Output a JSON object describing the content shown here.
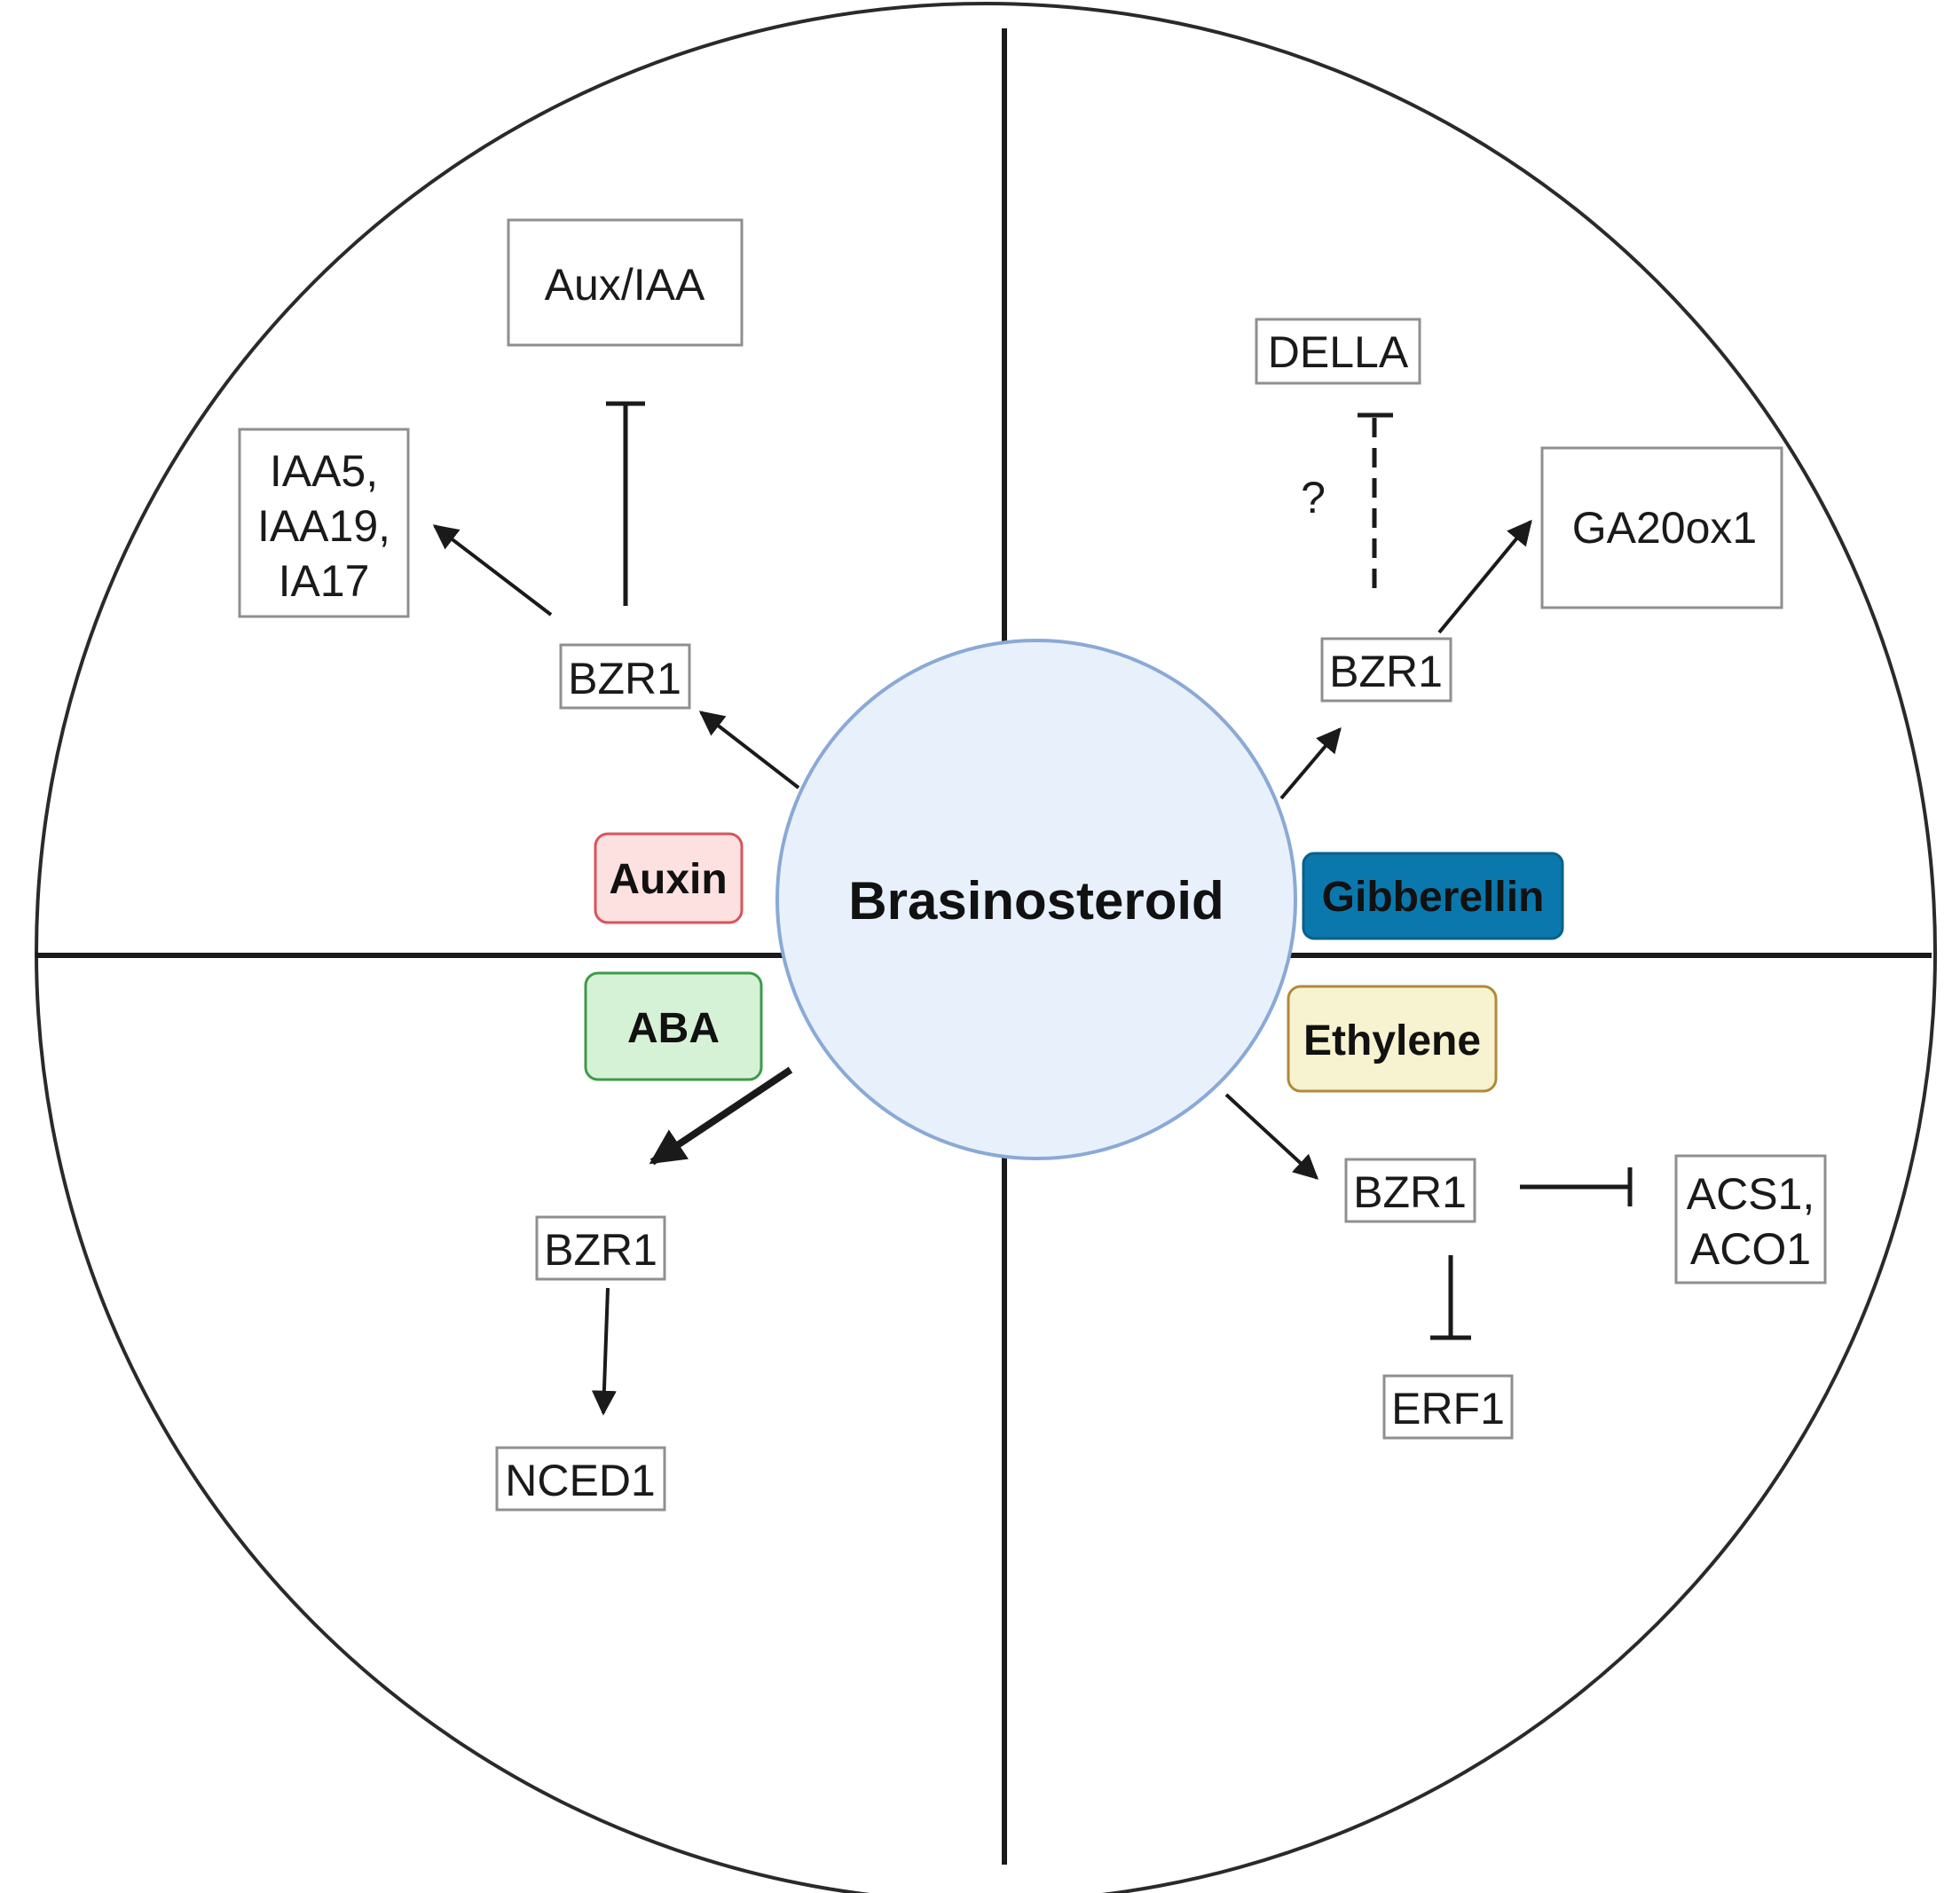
{
  "center": {
    "label": "Brasinosteroid",
    "fill": "#e8f1fb",
    "stroke": "#8aa9d6"
  },
  "hormones": {
    "auxin": {
      "label": "Auxin",
      "fill": "#fde0e0",
      "stroke": "#d9535b"
    },
    "gibberellin": {
      "label": "Gibberellin",
      "fill": "#0b78ad",
      "stroke": "#0a5f8a"
    },
    "aba": {
      "label": "ABA",
      "fill": "#d6f2d6",
      "stroke": "#3e9a48"
    },
    "ethylene": {
      "label": "Ethylene",
      "fill": "#f7f2cf",
      "stroke": "#b08a3a"
    }
  },
  "auxin_branch": {
    "bzr1": "BZR1",
    "aux_iaa": "Aux/IAA",
    "iaa_genes": [
      "IAA5,",
      "IAA19,",
      "IA17"
    ]
  },
  "gibberellin_branch": {
    "bzr1": "BZR1",
    "della": "DELLA",
    "question": "?",
    "ga20ox1": "GA20ox1"
  },
  "aba_branch": {
    "bzr1": "BZR1",
    "nced1": "NCED1"
  },
  "ethylene_branch": {
    "bzr1": "BZR1",
    "acs_aco": [
      "ACS1,",
      "ACO1"
    ],
    "erf1": "ERF1"
  }
}
